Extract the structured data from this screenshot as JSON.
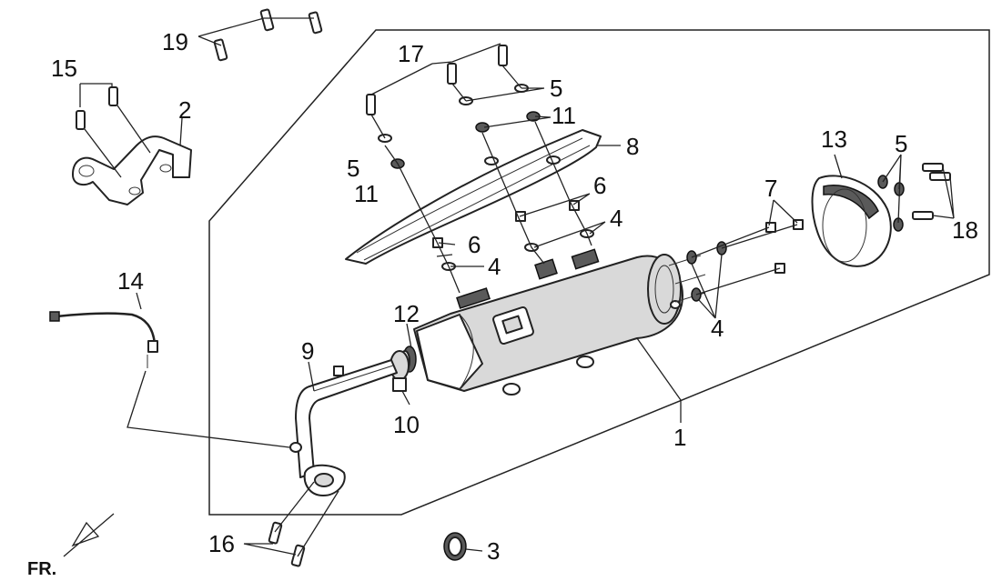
{
  "diagram": {
    "type": "exploded-parts",
    "orientation_label": "FR.",
    "callouts": {
      "c1": "1",
      "c2": "2",
      "c3": "3",
      "c4a": "4",
      "c4b": "4",
      "c4c": "4",
      "c5a": "5",
      "c5b": "5",
      "c5c": "5",
      "c6a": "6",
      "c6b": "6",
      "c7": "7",
      "c8": "8",
      "c9": "9",
      "c10": "10",
      "c11a": "11",
      "c11b": "11",
      "c12": "12",
      "c13": "13",
      "c14": "14",
      "c15": "15",
      "c16": "16",
      "c17": "17",
      "c18": "18",
      "c19": "19"
    }
  }
}
